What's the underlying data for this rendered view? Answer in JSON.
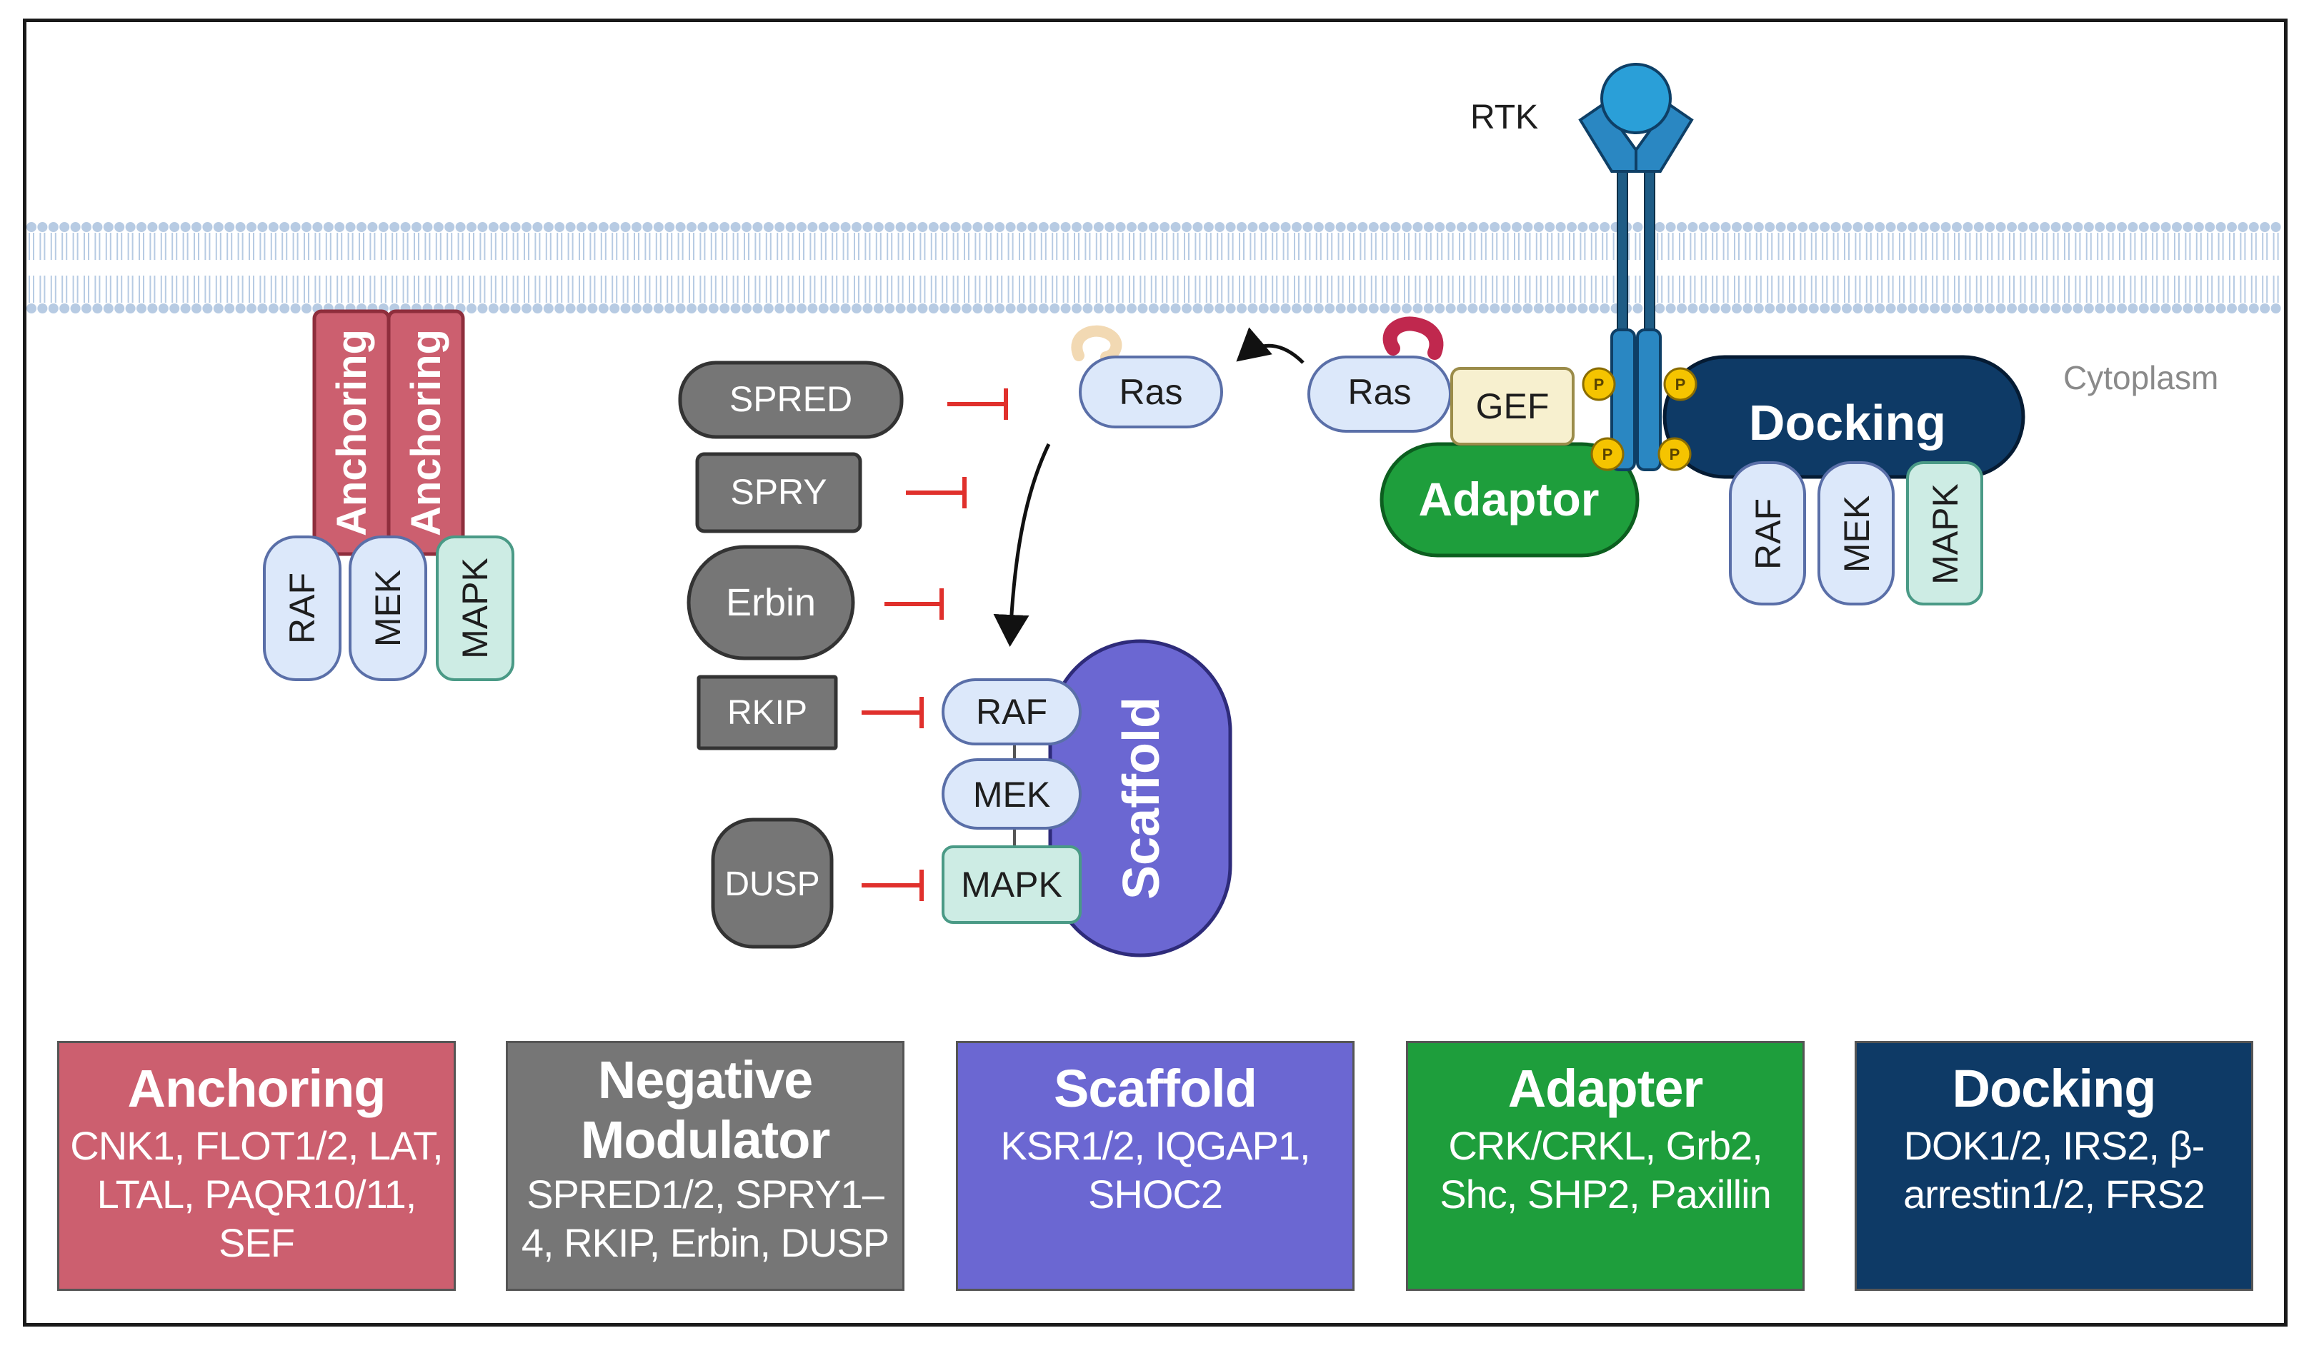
{
  "colors": {
    "anchoring": "#cc5f6f",
    "negative_modulator": "#767676",
    "scaffold": "#6b67d2",
    "adapter": "#1e9e3c",
    "docking": "#0e3a66",
    "raf_fill": "#dce8fa",
    "mapk_fill": "#cdece4",
    "membrane": "#b7cbe3",
    "inhibition": "#e0302c",
    "phosphate": "#f5c400",
    "receptor": "#2a87c2"
  },
  "membrane": {
    "region_label": "Cytoplasm"
  },
  "receptor": {
    "label": "RTK",
    "phospho_label": "P"
  },
  "anchoring_cluster": {
    "proteins": [
      "Anchoring",
      "Anchoring"
    ],
    "kinases": [
      "RAF",
      "MEK",
      "MAPK"
    ]
  },
  "ras": {
    "active_label": "Ras",
    "gef_bound_label": "Ras"
  },
  "gef": {
    "label": "GEF"
  },
  "adaptor": {
    "label": "Adaptor"
  },
  "docking_cluster": {
    "label": "Docking",
    "kinases": [
      "RAF",
      "MEK",
      "MAPK"
    ]
  },
  "negative_modulators": [
    "SPRED",
    "SPRY",
    "Erbin",
    "RKIP",
    "DUSP"
  ],
  "scaffold_cluster": {
    "label": "Scaffold",
    "kinases": [
      "RAF",
      "MEK",
      "MAPK"
    ]
  },
  "legend": [
    {
      "key": "anchoring",
      "title": "Anchoring",
      "members": "CNK1, FLOT1/2, LAT, LTAL, PAQR10/11, SEF"
    },
    {
      "key": "negative_modulator",
      "title": "Negative Modulator",
      "members": "SPRED1/2, SPRY1–4, RKIP, Erbin, DUSP"
    },
    {
      "key": "scaffold",
      "title": "Scaffold",
      "members": "KSR1/2, IQGAP1, SHOC2"
    },
    {
      "key": "adapter",
      "title": "Adapter",
      "members": "CRK/CRKL, Grb2, Shc, SHP2, Paxillin"
    },
    {
      "key": "docking",
      "title": "Docking",
      "members": "DOK1/2, IRS2, β-arrestin1/2, FRS2"
    }
  ]
}
